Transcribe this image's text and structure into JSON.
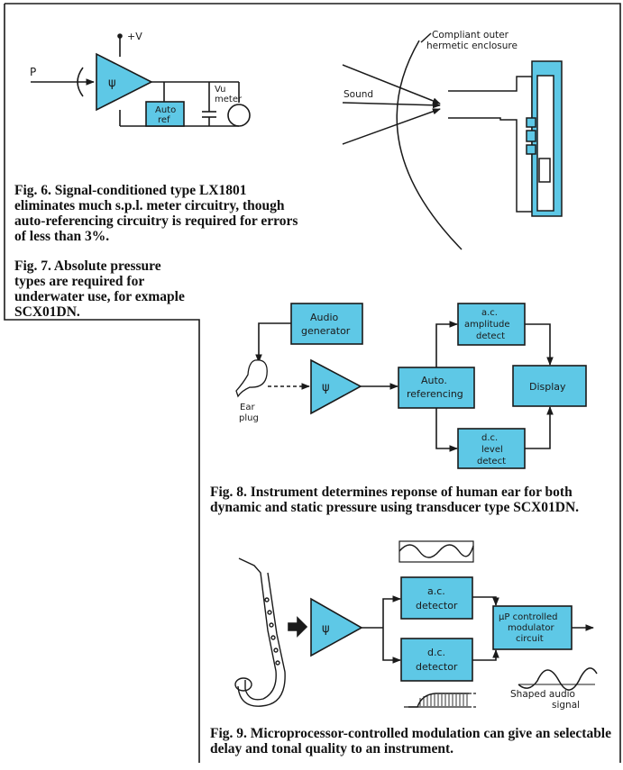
{
  "fig6": {
    "supply": "+V",
    "input": "P",
    "amp": "ψ",
    "autoref": [
      "Auto",
      "ref"
    ],
    "vu": [
      "Vu",
      "meter"
    ],
    "caption": "Fig. 6. Signal-conditioned type LX1801 eliminates much s.p.l. meter circuitry, though auto-referencing circuitry is required for errors of less than 3%."
  },
  "fig7": {
    "enclosure": [
      "Compliant outer",
      "hermetic enclosure"
    ],
    "sound": "Sound",
    "caption": "Fig. 7. Absolute pressure types are required for underwater use, for exmaple SCX01DN."
  },
  "fig8": {
    "audio_gen": [
      "Audio",
      "generator"
    ],
    "amp": "ψ",
    "auto": [
      "Auto.",
      "referencing"
    ],
    "ac": [
      "a.c.",
      "amplitude",
      "detect"
    ],
    "dc": [
      "d.c.",
      "level",
      "detect"
    ],
    "display": "Display",
    "earplug": [
      "Ear",
      "plug"
    ],
    "caption": "Fig. 8. Instrument determines reponse of human ear for both dynamic and static pressure using transducer type SCX01DN."
  },
  "fig9": {
    "amp": "ψ",
    "ac": [
      "a.c.",
      "detector"
    ],
    "dc": [
      "d.c.",
      "detector"
    ],
    "up": [
      "μP controlled",
      "modulator",
      "circuit"
    ],
    "shaped": [
      "Shaped audio",
      "signal"
    ],
    "caption": "Fig. 9. Microprocessor-controlled modulation can give an selectable delay and tonal quality to an instrument."
  },
  "colors": {
    "box": "#5ec8e6",
    "line": "#1a1a1a"
  }
}
